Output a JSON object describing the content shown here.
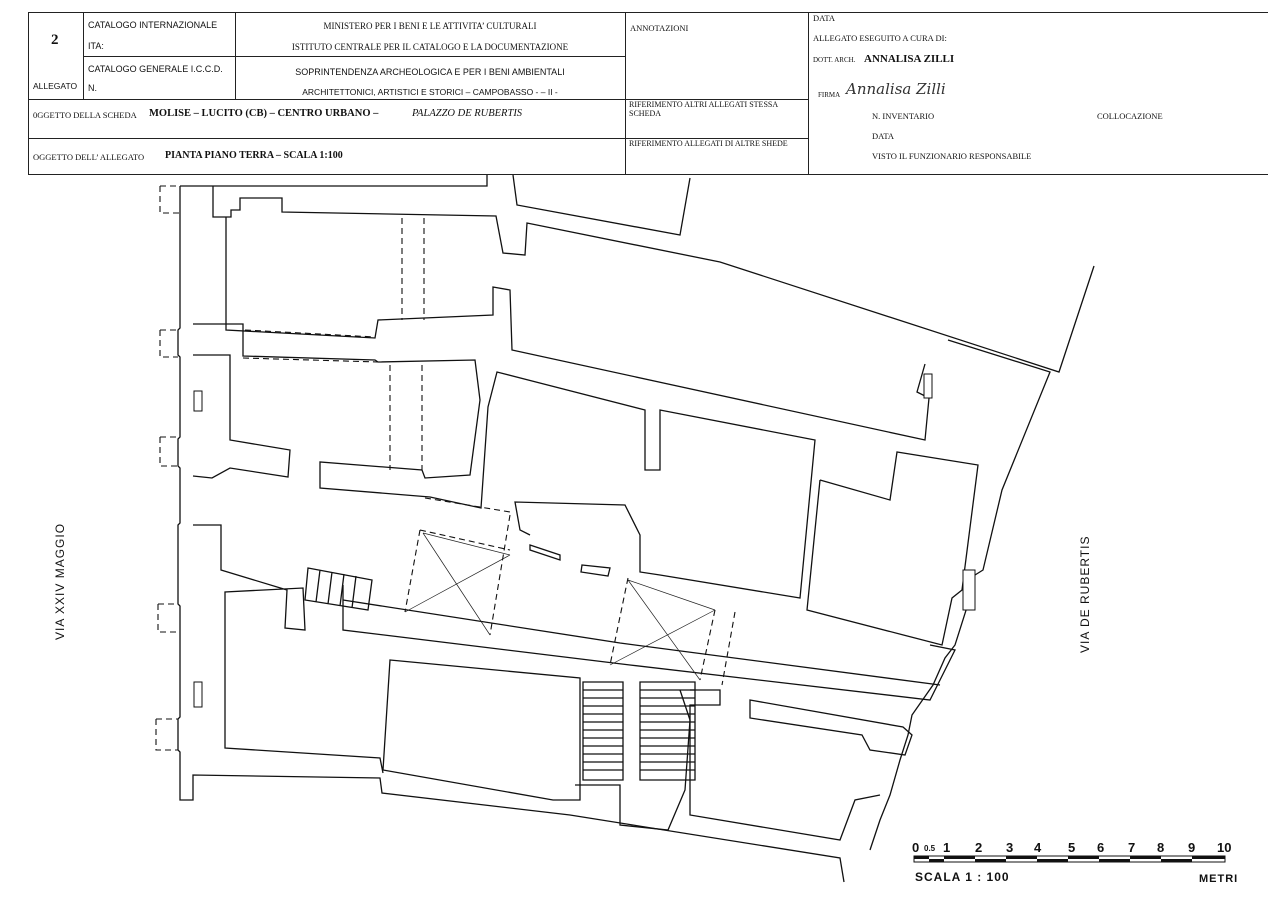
{
  "header": {
    "number": "2",
    "allegato_label": "ALLEGATO",
    "catalogo_internazionale": "CATALOGO INTERNAZIONALE",
    "ita_label": "ITA:",
    "catalogo_generale": "CATALOGO GENERALE  I.C.C.D.",
    "n_label": "N.",
    "ministero": "MINISTERO PER I BENI E LE ATTIVITA’ CULTURALI",
    "istituto": "ISTITUTO CENTRALE PER IL CATALOGO E LA DOCUMENTAZIONE",
    "soprintendenza": "SOPRINTENDENZA ARCHEOLOGICA E PER I BENI AMBIENTALI",
    "architettonici": "ARCHITETTONICI, ARTISTICI E STORICI – CAMPOBASSO - – II -",
    "annotazioni": "ANNOTAZIONI",
    "data_label": "DATA",
    "allegato_eseguito": "ALLEGATO ESEGUITO A CURA DI:",
    "dott_arch": "DOTT. ARCH.",
    "author": "ANNALISA ZILLI",
    "firma_label": "FIRMA",
    "signature": "Annalisa Zilli",
    "oggetto_scheda_label": "0GGETTO DELLA SCHEDA",
    "oggetto_scheda_value": "MOLISE – LUCITO (CB) – CENTRO URBANO –",
    "oggetto_scheda_name": "PALAZZO DE RUBERTIS",
    "rif_altri_allegati": "RIFERIMENTO ALTRI ALLEGATI STESSA SCHEDA",
    "n_inventario": "N. INVENTARIO",
    "collocazione": "COLLOCAZIONE",
    "data_label_2": "DATA",
    "oggetto_allegato_label": "OGGETTO DELL’ ALLEGATO",
    "oggetto_allegato_value": "PIANTA PIANO TERRA – SCALA 1:100",
    "rif_allegati_altre": "RIFERIMENTO ALLEGATI DI ALTRE SHEDE",
    "visto": "VISTO IL FUNZIONARIO RESPONSABILE"
  },
  "plan": {
    "street_left": "VIA XXIV MAGGIO",
    "street_right": "VIA DE RUBERTIS"
  },
  "scale": {
    "ticks": [
      "0",
      "0.5",
      "1",
      "2",
      "3",
      "4",
      "5",
      "6",
      "7",
      "8",
      "9",
      "10"
    ],
    "label": "SCALA   1 : 100",
    "unit": "METRI"
  }
}
